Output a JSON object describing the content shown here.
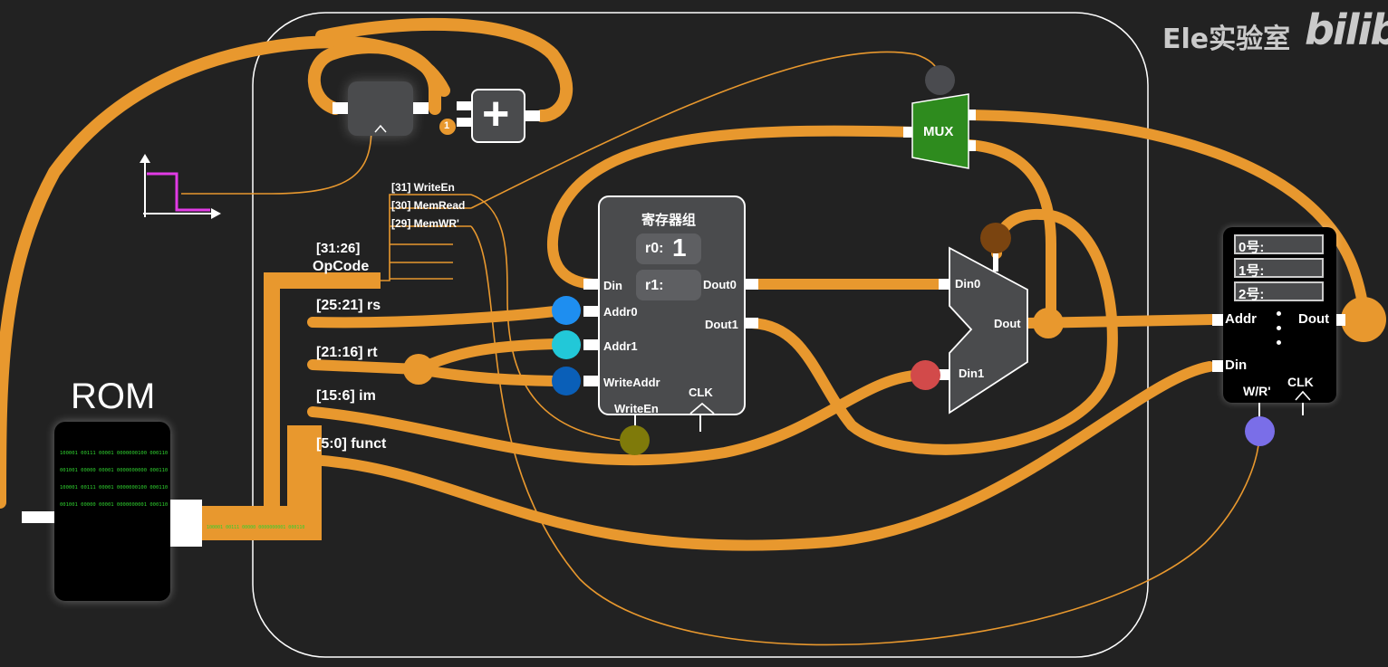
{
  "watermark": {
    "channel": "Ele实验室",
    "logo": "bilib"
  },
  "rom": {
    "title": "ROM",
    "lines": [
      "100001 00111 00001 0000000100 000110",
      "001001 00000 00001 0000000000 000110",
      "100001 00111 00001 0000000100 000110",
      "001001 00000 00001 0000000001 000110"
    ],
    "output": "100001 00111 00000 0000000001 000110"
  },
  "pc": {
    "adder_symbol": "+",
    "increment": "1"
  },
  "control": {
    "signals": [
      "[31] WriteEn",
      "[30] MemRead",
      "[29] MemWR'"
    ]
  },
  "fields": {
    "opcode_bits": "[31:26]",
    "opcode_name": "OpCode",
    "rs": "[25:21] rs",
    "rt": "[21:16] rt",
    "im": "[15:6] im",
    "funct": "[5:0] funct"
  },
  "regfile": {
    "title": "寄存器组",
    "r0_label": "r0:",
    "r0_value": "1",
    "r1_label": "r1:",
    "r1_value": "",
    "din": "Din",
    "addr0": "Addr0",
    "addr1": "Addr1",
    "writeaddr": "WriteAddr",
    "writeen": "WriteEn",
    "clk": "CLK",
    "dout0": "Dout0",
    "dout1": "Dout1"
  },
  "mux_small": {
    "label": "MUX"
  },
  "mux_big": {
    "din0": "Din0",
    "din1": "Din1",
    "dout": "Dout"
  },
  "ram": {
    "slot0": "0号:",
    "slot1": "1号:",
    "slot2": "2号:",
    "addr": "Addr",
    "dout": "Dout",
    "din": "Din",
    "wr": "W/R'",
    "clk": "CLK"
  },
  "colors": {
    "background": "#222222",
    "wire": "#e8982e",
    "block": "#4a4b4d",
    "mux_green": "#2e8b1e",
    "rom_text": "#2fd12f",
    "clock_pulse": "#e23be6",
    "node_rs": "#1e8ef0",
    "node_rt": "#22c8d8",
    "node_writeaddr": "#0a5fb8",
    "node_writeen": "#7f7a0a",
    "node_din1": "#d24a4a",
    "node_mux_sel": "#4a4b4f",
    "node_bigmux_sel": "#7a4410",
    "node_ram_wr": "#7a6ee8"
  }
}
